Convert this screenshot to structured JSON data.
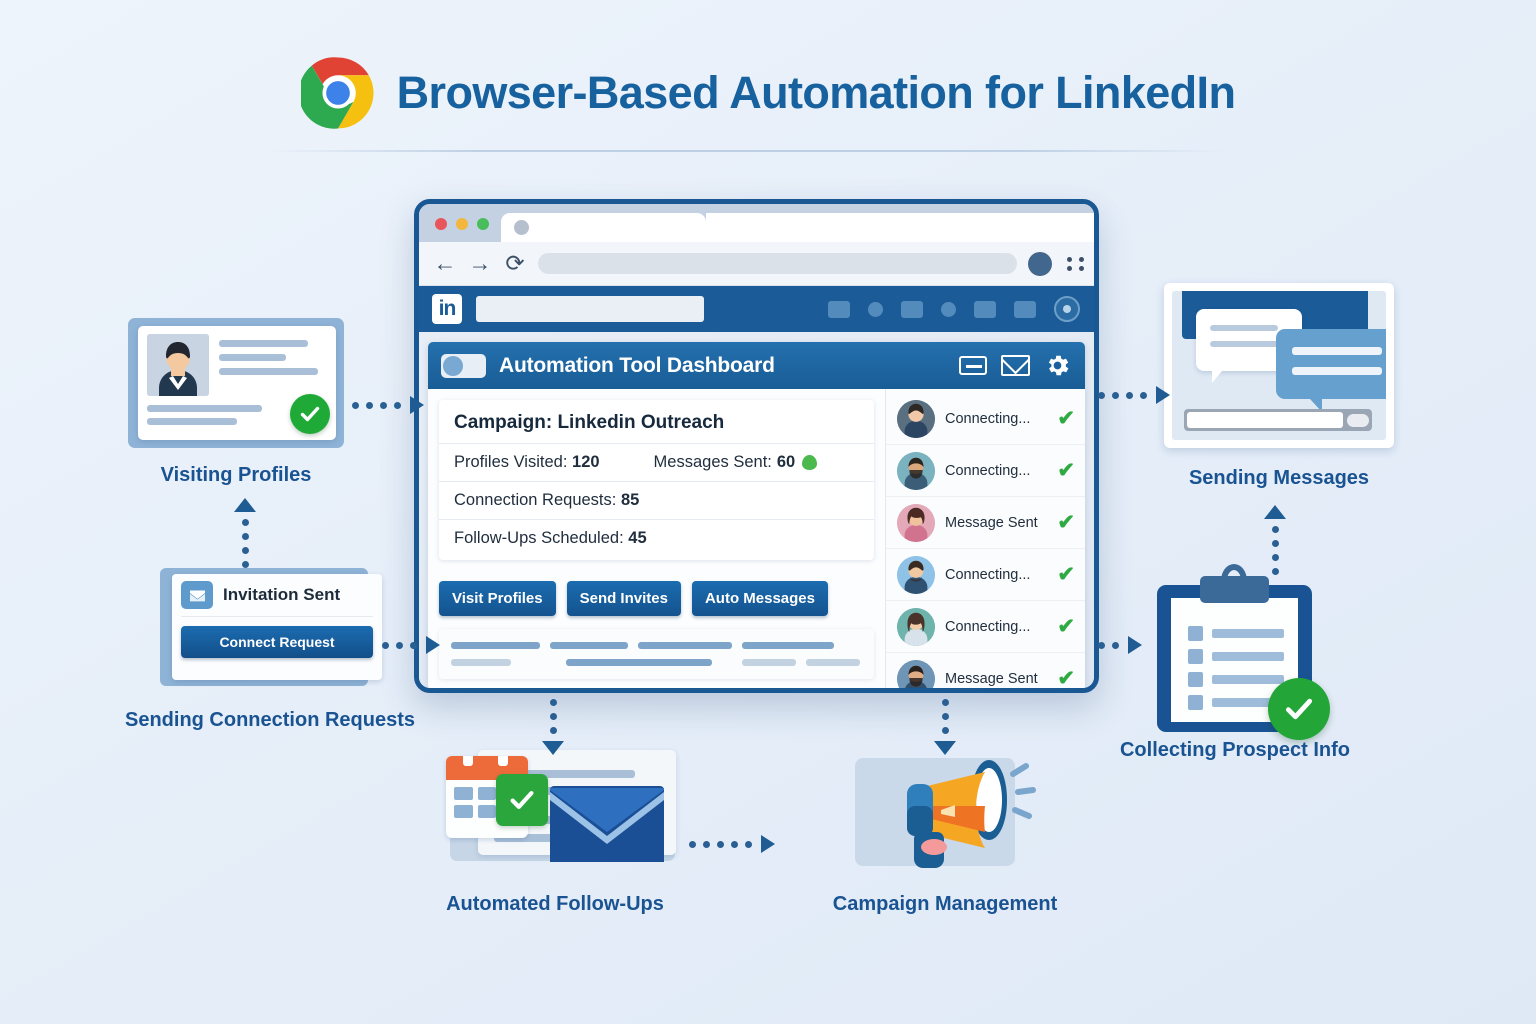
{
  "header": {
    "title": "Browser-Based Automation for LinkedIn",
    "logo_icon": "chrome-logo"
  },
  "browser": {
    "window_controls": {
      "minimize": "minimize-icon",
      "maximize": "maximize-icon",
      "close": "×"
    },
    "traffic_lights": [
      "close-dot-red",
      "minimize-dot-yellow",
      "maximize-dot-green"
    ],
    "nav": {
      "back": "←",
      "forward": "→",
      "reload": "⟳"
    },
    "url_value": "",
    "url_placeholder": "",
    "profile_icon": "account-circle-icon",
    "menu_icon": "kebab-menu-icon"
  },
  "linkedin_bar": {
    "logo_text": "in",
    "search_value": "",
    "search_placeholder": "",
    "me_icon": "me-avatar-icon"
  },
  "dashboard": {
    "title": "Automation Tool Dashboard",
    "toggle_state": "on",
    "icons": [
      "list-icon",
      "mail-icon",
      "gear-icon"
    ],
    "campaign": "Campaign: Linkedin Outreach",
    "stats": [
      {
        "label": "Profiles Visited:",
        "value": "120"
      },
      {
        "label": "Messages Sent:",
        "value": "60",
        "badge": "green-status-dot"
      },
      {
        "label": "Connection Requests:",
        "value": "85"
      },
      {
        "label": "Follow-Ups Scheduled:",
        "value": "45"
      }
    ],
    "buttons": [
      {
        "label": "Visit Profiles"
      },
      {
        "label": "Send Invites"
      },
      {
        "label": "Auto Messages"
      }
    ],
    "prospects": [
      {
        "status": "Connecting...",
        "check": "✔",
        "avatar_bg": "#5a6f80",
        "skin": "#f2c9a8",
        "hair": "#2e2723",
        "shirt": "#2b4562",
        "gender": "f"
      },
      {
        "status": "Connecting...",
        "check": "✔",
        "avatar_bg": "#7ab2bf",
        "skin": "#dba77c",
        "hair": "#2c241f",
        "shirt": "#3b5d77",
        "gender": "m"
      },
      {
        "status": "Message Sent",
        "check": "✔",
        "avatar_bg": "#e3a9b8",
        "skin": "#f0c39e",
        "hair": "#4a2a22",
        "shirt": "#d1738f",
        "gender": "f"
      },
      {
        "status": "Connecting...",
        "check": "✔",
        "avatar_bg": "#8ec2e6",
        "skin": "#f0c9a3",
        "hair": "#3a2b22",
        "shirt": "#2f5172",
        "gender": "m"
      },
      {
        "status": "Connecting...",
        "check": "✔",
        "avatar_bg": "#6fb3ad",
        "skin": "#f3cda8",
        "hair": "#4a332a",
        "shirt": "#d8e2ea",
        "gender": "f"
      },
      {
        "status": "Message Sent",
        "check": "✔",
        "avatar_bg": "#6e95b5",
        "skin": "#e0ad84",
        "hair": "#2a211d",
        "shirt": "#31506d",
        "gender": "m"
      }
    ]
  },
  "nodes": {
    "visiting_profiles": {
      "label": "Visiting Profiles",
      "icon": "profile-card-icon",
      "check": "✔"
    },
    "sending_connection_requests": {
      "label": "Sending Connection Requests",
      "invitation_text": "Invitation Sent",
      "button_label": "Connect Request",
      "icon": "invitation-icon"
    },
    "sending_messages": {
      "label": "Sending Messages",
      "icon": "chat-bubbles-icon"
    },
    "collecting_prospect_info": {
      "label": "Collecting Prospect Info",
      "icon": "clipboard-icon",
      "check": "✔"
    },
    "automated_followups": {
      "label": "Automated Follow-Ups",
      "icon": "calendar-envelope-icon",
      "check": "✔"
    },
    "campaign_management": {
      "label": "Campaign Management",
      "icon": "megaphone-icon"
    }
  },
  "colors": {
    "brand_blue": "#1a5b98",
    "title_blue": "#17619f",
    "label_blue": "#1a5392",
    "button_blue": "#14538f",
    "success_green": "#2aa63c",
    "background": "#e9f0f9"
  }
}
